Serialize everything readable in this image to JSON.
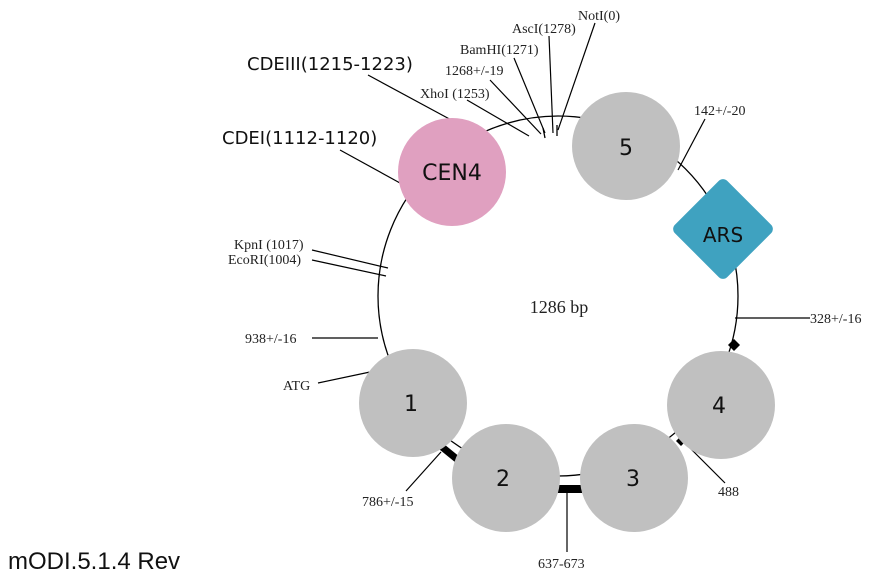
{
  "diagram": {
    "center_label": "1286 bp",
    "features": {
      "cen4": "CEN4",
      "ars": "ARS",
      "n5": "5",
      "n1": "1",
      "n2": "2",
      "n3": "3",
      "n4": "4"
    },
    "sites": {
      "noti": "NotI(0)",
      "asci": "AscI(1278)",
      "bamhi": "BamHI(1271)",
      "pos1268": "1268+/-19",
      "xhoi": "XhoI (1253)",
      "cdeiii": "CDEIII(1215-1223)",
      "cdei": "CDEI(1112-1120)",
      "kpni": "KpnI (1017)",
      "ecori": "EcoRI(1004)",
      "pos938": "938+/-16",
      "atg": "ATG",
      "pos786": "786+/-15",
      "pos637": "637-673",
      "pos488": "488",
      "pos328": "328+/-16",
      "pos142": "142+/-20"
    },
    "colors": {
      "cen4": "#e0a0c0",
      "ars": "#3fa2c0",
      "gene_circle": "#c0c0c0",
      "line": "#000000"
    }
  },
  "caption": "mODI.5.1.4 Rev"
}
